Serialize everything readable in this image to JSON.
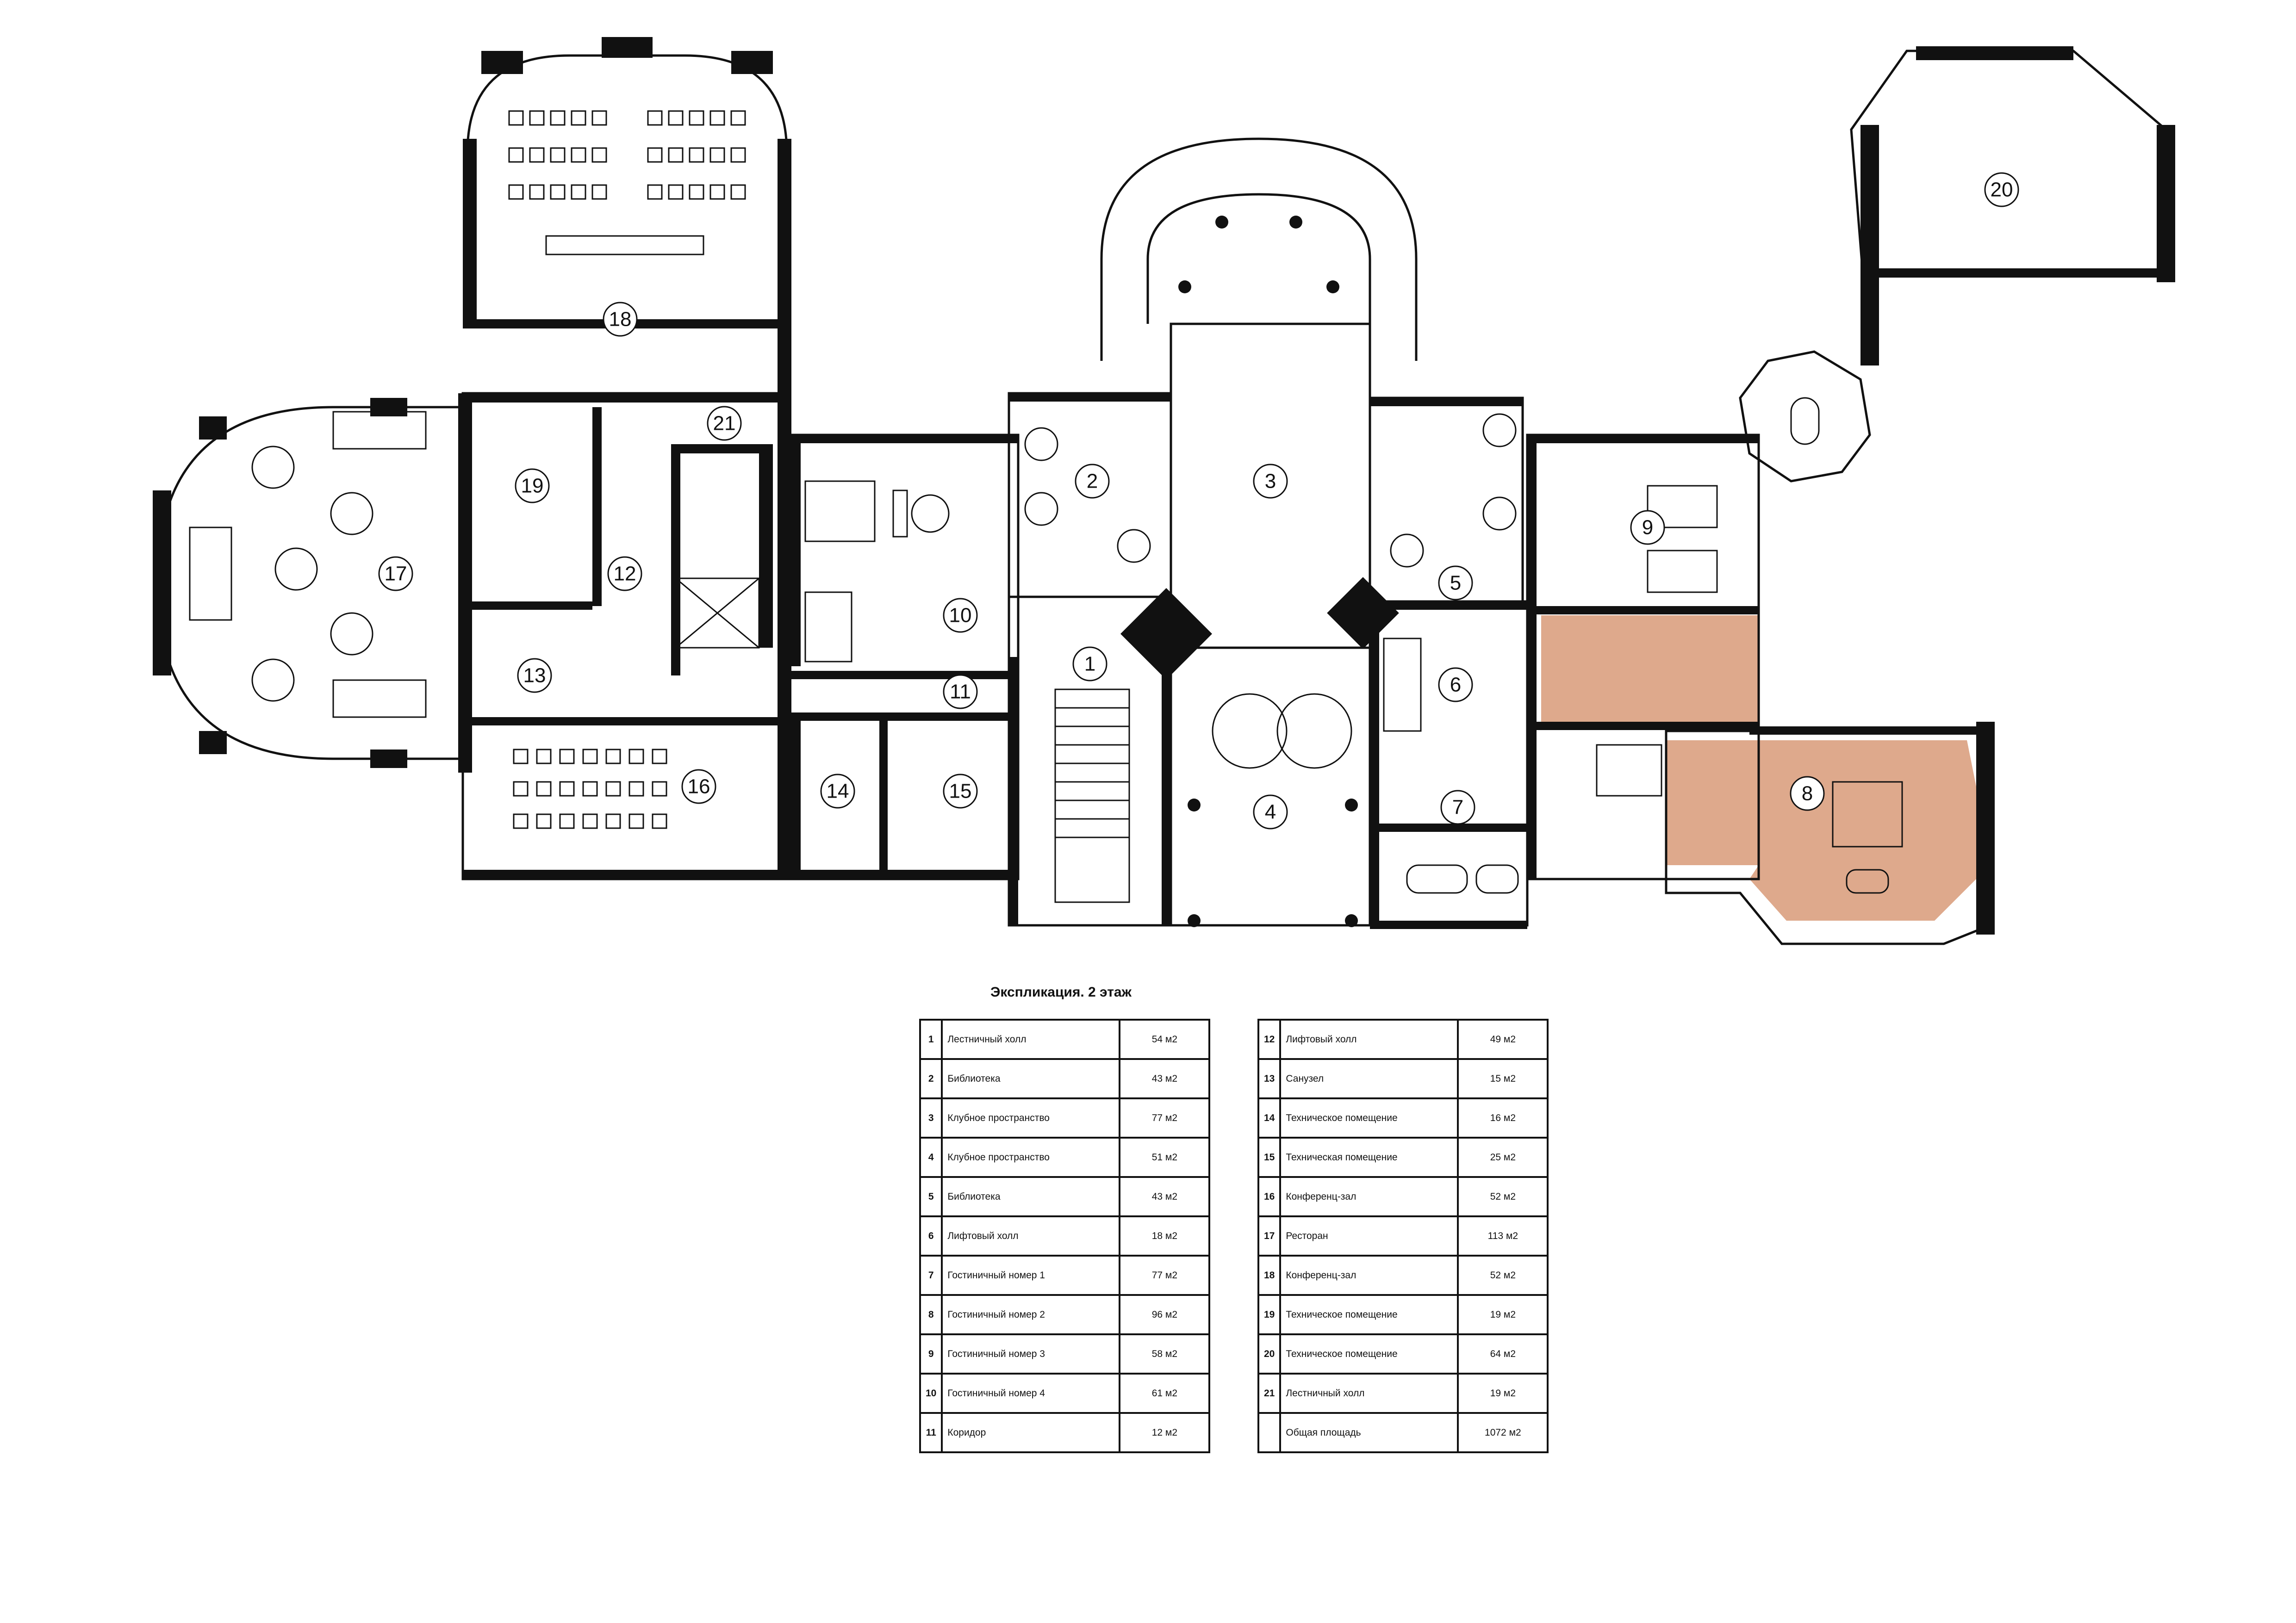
{
  "title": "Экспликация. 2 этаж",
  "room_labels": [
    "1",
    "2",
    "3",
    "4",
    "5",
    "6",
    "7",
    "8",
    "9",
    "10",
    "11",
    "12",
    "13",
    "14",
    "15",
    "16",
    "17",
    "18",
    "19",
    "20",
    "21"
  ],
  "highlight_color": "#dea98c",
  "wall_color": "#111111",
  "rooms_left": [
    {
      "num": "1",
      "name": "Лестничный холл",
      "area": "54 м2"
    },
    {
      "num": "2",
      "name": "Библиотека",
      "area": "43 м2"
    },
    {
      "num": "3",
      "name": "Клубное пространство",
      "area": "77 м2"
    },
    {
      "num": "4",
      "name": "Клубное пространство",
      "area": "51 м2"
    },
    {
      "num": "5",
      "name": "Библиотека",
      "area": "43 м2"
    },
    {
      "num": "6",
      "name": "Лифтовый холл",
      "area": "18 м2"
    },
    {
      "num": "7",
      "name": "Гостиничный номер 1",
      "area": "77 м2"
    },
    {
      "num": "8",
      "name": "Гостиничный номер 2",
      "area": "96 м2"
    },
    {
      "num": "9",
      "name": "Гостиничный номер 3",
      "area": "58 м2"
    },
    {
      "num": "10",
      "name": "Гостиничный номер 4",
      "area": "61 м2"
    },
    {
      "num": "11",
      "name": "Коридор",
      "area": "12 м2"
    }
  ],
  "rooms_right": [
    {
      "num": "12",
      "name": "Лифтовый холл",
      "area": "49 м2"
    },
    {
      "num": "13",
      "name": "Санузел",
      "area": "15 м2"
    },
    {
      "num": "14",
      "name": "Техническое помещение",
      "area": "16 м2"
    },
    {
      "num": "15",
      "name": "Техническая помещение",
      "area": "25 м2"
    },
    {
      "num": "16",
      "name": "Конференц-зал",
      "area": "52 м2"
    },
    {
      "num": "17",
      "name": "Ресторан",
      "area": "113 м2"
    },
    {
      "num": "18",
      "name": "Конференц-зал",
      "area": "52 м2"
    },
    {
      "num": "19",
      "name": "Техническое помещение",
      "area": "19 м2"
    },
    {
      "num": "20",
      "name": "Техническое помещение",
      "area": "64 м2"
    },
    {
      "num": "21",
      "name": "Лестничный холл",
      "area": "19 м2"
    }
  ],
  "total": {
    "label": "Общая площадь",
    "area": "1072 м2"
  }
}
